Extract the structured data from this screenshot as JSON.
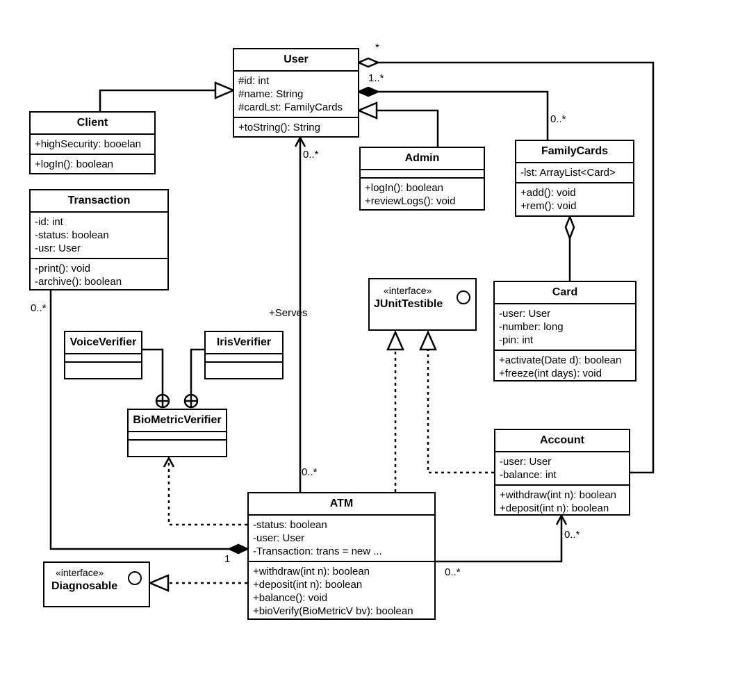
{
  "classes": {
    "user": {
      "name": "User",
      "attributes": [
        "#id: int",
        "#name: String",
        "#cardLst: FamilyCards"
      ],
      "methods": [
        "+toString(): String"
      ]
    },
    "client": {
      "name": "Client",
      "attributes": [
        "+highSecurity: booelan"
      ],
      "methods": [
        "+logIn(): boolean"
      ]
    },
    "admin": {
      "name": "Admin",
      "attributes": [],
      "methods": [
        "+logIn(): boolean",
        "+reviewLogs(): void"
      ]
    },
    "familycards": {
      "name": "FamilyCards",
      "attributes": [
        "-lst: ArrayList<Card>"
      ],
      "methods": [
        "+add(): void",
        "+rem(): void"
      ]
    },
    "transaction": {
      "name": "Transaction",
      "attributes": [
        "-id: int",
        "-status: boolean",
        "-usr: User"
      ],
      "methods": [
        "-print(): void",
        "-archive(): boolean"
      ]
    },
    "card": {
      "name": "Card",
      "attributes": [
        "-user: User",
        "-number: long",
        "-pin: int"
      ],
      "methods": [
        "+activate(Date d): boolean",
        "+freeze(int days): void"
      ]
    },
    "voiceverifier": {
      "name": "VoiceVerifier",
      "attributes": [],
      "methods": []
    },
    "irisverifier": {
      "name": "IrisVerifier",
      "attributes": [],
      "methods": []
    },
    "biometricverifier": {
      "name": "BioMetricVerifier",
      "attributes": [],
      "methods": []
    },
    "account": {
      "name": "Account",
      "attributes": [
        "-user: User",
        "-balance: int"
      ],
      "methods": [
        "+withdraw(int n): boolean",
        "+deposit(int n): boolean"
      ]
    },
    "atm": {
      "name": "ATM",
      "attributes": [
        "-status: boolean",
        "-user: User",
        "-Transaction: trans = new ..."
      ],
      "methods": [
        "+withdraw(int n): boolean",
        "+deposit(int n): boolean",
        "+balance(): void",
        "+bioVerify(BioMetricV bv): boolean"
      ]
    }
  },
  "interfaces": {
    "junittestible": {
      "stereotype": "«interface»",
      "name": "JUnitTestible"
    },
    "diagnosable": {
      "stereotype": "«interface»",
      "name": "Diagnosable"
    }
  },
  "labels": {
    "user_agg_mult": "*",
    "user_comp_mult": "1..*",
    "familycards_mult": "0..*",
    "user_serves_mult": "0..*",
    "serves_role": "+Serves",
    "atm_serves_mult": "0..*",
    "transaction_mult": "0..*",
    "atm_transaction_mult": "1",
    "account_mult": "0..*",
    "atm_account_mult": "0..*"
  }
}
